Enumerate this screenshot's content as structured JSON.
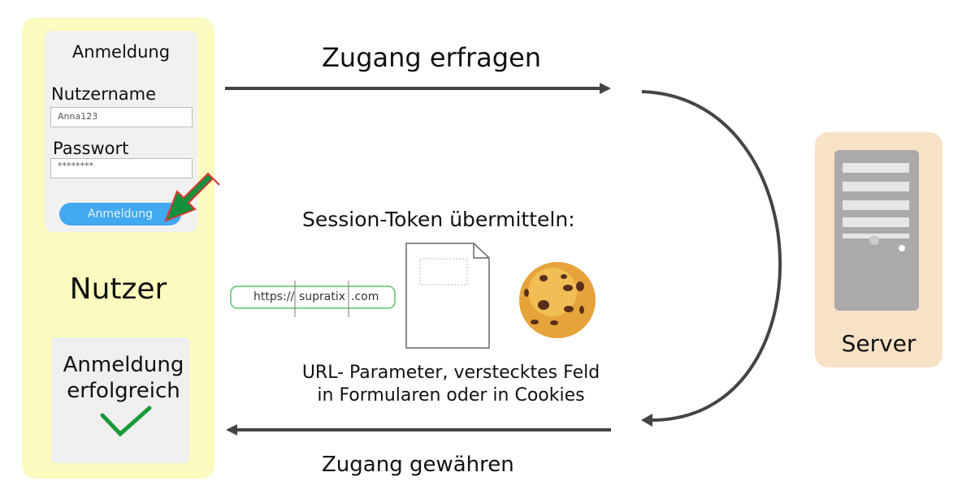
{
  "user": {
    "login_title": "Anmeldung",
    "username_label": "Nutzername",
    "username_value": "Anna123",
    "password_label": "Passwort",
    "password_value": "********",
    "login_button": "Anmeldung",
    "actor_label": "Nutzer",
    "success_text_line1": "Anmeldung",
    "success_text_line2": "erfolgreich"
  },
  "flow": {
    "request_label": "Zugang erfragen",
    "token_label": "Session-Token übermitteln:",
    "methods_line1": "URL- Parameter, verstecktes Feld",
    "methods_line2": "in Formularen oder in Cookies",
    "grant_label": "Zugang gewähren"
  },
  "url": {
    "scheme": "https://",
    "domain": "supratix",
    "tld": ".com"
  },
  "server": {
    "label": "Server"
  },
  "colors": {
    "user_bg": "#fbfbc0",
    "server_bg": "#f8e2c6",
    "button": "#42a8f0",
    "check": "#1a9a3a",
    "pointer_arrow": "#13913a"
  }
}
